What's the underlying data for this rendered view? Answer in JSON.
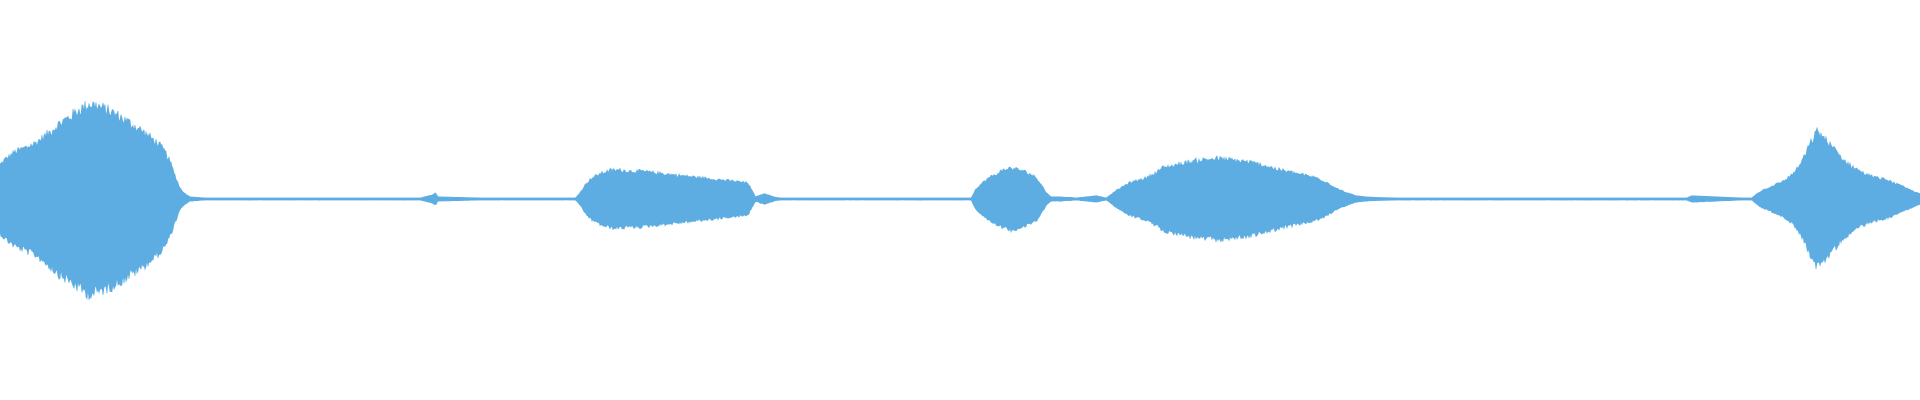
{
  "chart_data": {
    "type": "area",
    "symmetric": true,
    "grid": false,
    "legend": "none",
    "xlim": [
      0,
      1
    ],
    "ylim": [
      -1,
      1
    ],
    "series": [
      {
        "color": "#5dade2",
        "x": [
          0.0,
          0.0026,
          0.0078,
          0.0131,
          0.0183,
          0.0235,
          0.0287,
          0.0313,
          0.0365,
          0.0417,
          0.0469,
          0.0521,
          0.0573,
          0.0625,
          0.0677,
          0.073,
          0.0782,
          0.0834,
          0.086,
          0.0886,
          0.0912,
          0.0938,
          0.0964,
          0.099,
          0.1069,
          0.1251,
          0.1564,
          0.1877,
          0.219,
          0.2255,
          0.2268,
          0.2281,
          0.2503,
          0.2816,
          0.2998,
          0.3025,
          0.3051,
          0.3077,
          0.3129,
          0.3181,
          0.3233,
          0.3285,
          0.3337,
          0.3389,
          0.3441,
          0.3493,
          0.3545,
          0.3597,
          0.365,
          0.3702,
          0.3754,
          0.3806,
          0.3858,
          0.3897,
          0.391,
          0.3936,
          0.3962,
          0.3988,
          0.4014,
          0.4041,
          0.4067,
          0.4171,
          0.4484,
          0.4797,
          0.5058,
          0.5084,
          0.511,
          0.5136,
          0.5162,
          0.5188,
          0.5214,
          0.524,
          0.5266,
          0.5292,
          0.5318,
          0.5344,
          0.537,
          0.5397,
          0.5423,
          0.5449,
          0.5475,
          0.5501,
          0.5527,
          0.5553,
          0.5579,
          0.5605,
          0.5657,
          0.571,
          0.5762,
          0.5814,
          0.5879,
          0.5971,
          0.6023,
          0.6036,
          0.6049,
          0.6075,
          0.6101,
          0.6127,
          0.6179,
          0.6231,
          0.6283,
          0.6335,
          0.6387,
          0.644,
          0.6492,
          0.6544,
          0.6596,
          0.6648,
          0.67,
          0.6752,
          0.6804,
          0.6856,
          0.6908,
          0.696,
          0.7013,
          0.7065,
          0.7117,
          0.7169,
          0.7273,
          0.743,
          0.7821,
          0.8134,
          0.8447,
          0.876,
          0.8785,
          0.8811,
          0.9072,
          0.9098,
          0.9124,
          0.915,
          0.9176,
          0.9202,
          0.9228,
          0.9254,
          0.928,
          0.9306,
          0.9333,
          0.9359,
          0.9385,
          0.9411,
          0.9437,
          0.9463,
          0.9489,
          0.9515,
          0.9541,
          0.9567,
          0.9593,
          0.9619,
          0.9645,
          0.9671,
          0.9698,
          0.9724,
          0.975,
          0.9776,
          0.9802,
          0.9828,
          0.9854,
          0.988,
          0.9906,
          0.9932,
          0.9958,
          0.9984,
          1.0
        ],
        "amp": [
          0.32,
          0.37,
          0.44,
          0.48,
          0.52,
          0.59,
          0.67,
          0.71,
          0.77,
          0.84,
          0.89,
          0.86,
          0.82,
          0.77,
          0.71,
          0.65,
          0.58,
          0.5,
          0.44,
          0.35,
          0.22,
          0.1,
          0.05,
          0.02,
          0.01,
          0.01,
          0.01,
          0.01,
          0.01,
          0.04,
          0.06,
          0.02,
          0.01,
          0.01,
          0.01,
          0.07,
          0.14,
          0.19,
          0.24,
          0.27,
          0.27,
          0.26,
          0.26,
          0.25,
          0.24,
          0.23,
          0.22,
          0.21,
          0.2,
          0.19,
          0.18,
          0.17,
          0.16,
          0.15,
          0.1,
          0.02,
          0.04,
          0.05,
          0.03,
          0.015,
          0.01,
          0.01,
          0.01,
          0.01,
          0.01,
          0.1,
          0.14,
          0.18,
          0.21,
          0.23,
          0.26,
          0.28,
          0.29,
          0.28,
          0.27,
          0.25,
          0.23,
          0.2,
          0.14,
          0.06,
          0.02,
          0.02,
          0.02,
          0.015,
          0.015,
          0.01,
          0.02,
          0.03,
          0.01,
          0.08,
          0.15,
          0.2,
          0.25,
          0.27,
          0.29,
          0.3,
          0.31,
          0.32,
          0.34,
          0.36,
          0.37,
          0.38,
          0.37,
          0.36,
          0.35,
          0.33,
          0.31,
          0.28,
          0.26,
          0.24,
          0.22,
          0.2,
          0.16,
          0.1,
          0.06,
          0.03,
          0.02,
          0.015,
          0.01,
          0.01,
          0.01,
          0.01,
          0.01,
          0.01,
          0.01,
          0.03,
          0.01,
          0.01,
          0.01,
          0.05,
          0.08,
          0.1,
          0.12,
          0.14,
          0.16,
          0.19,
          0.23,
          0.28,
          0.35,
          0.45,
          0.55,
          0.63,
          0.6,
          0.54,
          0.49,
          0.44,
          0.38,
          0.34,
          0.31,
          0.28,
          0.25,
          0.23,
          0.21,
          0.2,
          0.19,
          0.18,
          0.16,
          0.14,
          0.12,
          0.1,
          0.08,
          0.06,
          0.05,
          0.04,
          0.03,
          0.03
        ]
      }
    ]
  }
}
